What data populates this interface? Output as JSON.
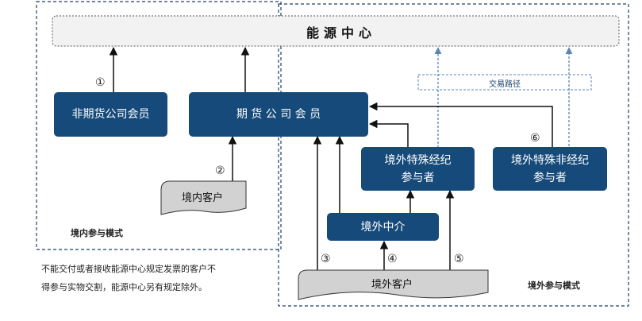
{
  "center": {
    "title": "能源中心"
  },
  "zones": {
    "domestic": "境内参与模式",
    "overseas": "境外参与模式"
  },
  "route_label": "交易路径",
  "nodes": {
    "non_futures_member": "非期货公司会员",
    "futures_member": "期 货 公 司 会 员",
    "special_broker": [
      "境外特殊经纪",
      "参与者"
    ],
    "special_non_broker": [
      "境外特殊非经纪",
      "参与者"
    ],
    "overseas_intermediary": "境外中介",
    "domestic_client": "境内客户",
    "overseas_client": "境外客户"
  },
  "markers": [
    "①",
    "②",
    "③",
    "④",
    "⑤",
    "⑥"
  ],
  "note": [
    "不能交付或者接收能源中心规定发票的客户不",
    "得参与实物交割，能源中心另有规定除外。"
  ],
  "colors": {
    "node": "#164a7a",
    "dashed_border": "#1d3f6b",
    "client_fill": "#d2d2d2"
  }
}
